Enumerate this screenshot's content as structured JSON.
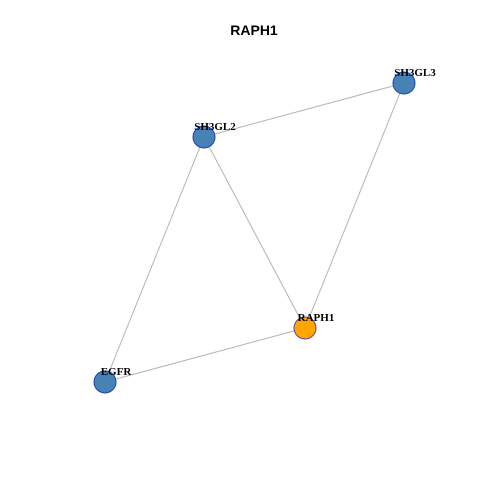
{
  "title": "RAPH1",
  "colors": {
    "edge": "#b3b3b3",
    "node_default_fill": "#4682b4",
    "node_default_border": "#1f3fbf",
    "node_query_fill": "#ffa500",
    "node_query_border": "#6b3fa0",
    "label": "#000000"
  },
  "nodes": [
    {
      "id": "SH3GL3",
      "label": "SH3GL3",
      "query": false
    },
    {
      "id": "SH3GL2",
      "label": "SH3GL2",
      "query": false
    },
    {
      "id": "RAPH1",
      "label": "RAPH1",
      "query": true
    },
    {
      "id": "EGFR",
      "label": "EGFR",
      "query": false
    }
  ],
  "edges": [
    {
      "source": "SH3GL2",
      "target": "SH3GL3"
    },
    {
      "source": "SH3GL3",
      "target": "RAPH1"
    },
    {
      "source": "SH3GL2",
      "target": "RAPH1"
    },
    {
      "source": "SH3GL2",
      "target": "EGFR"
    },
    {
      "source": "EGFR",
      "target": "RAPH1"
    }
  ]
}
